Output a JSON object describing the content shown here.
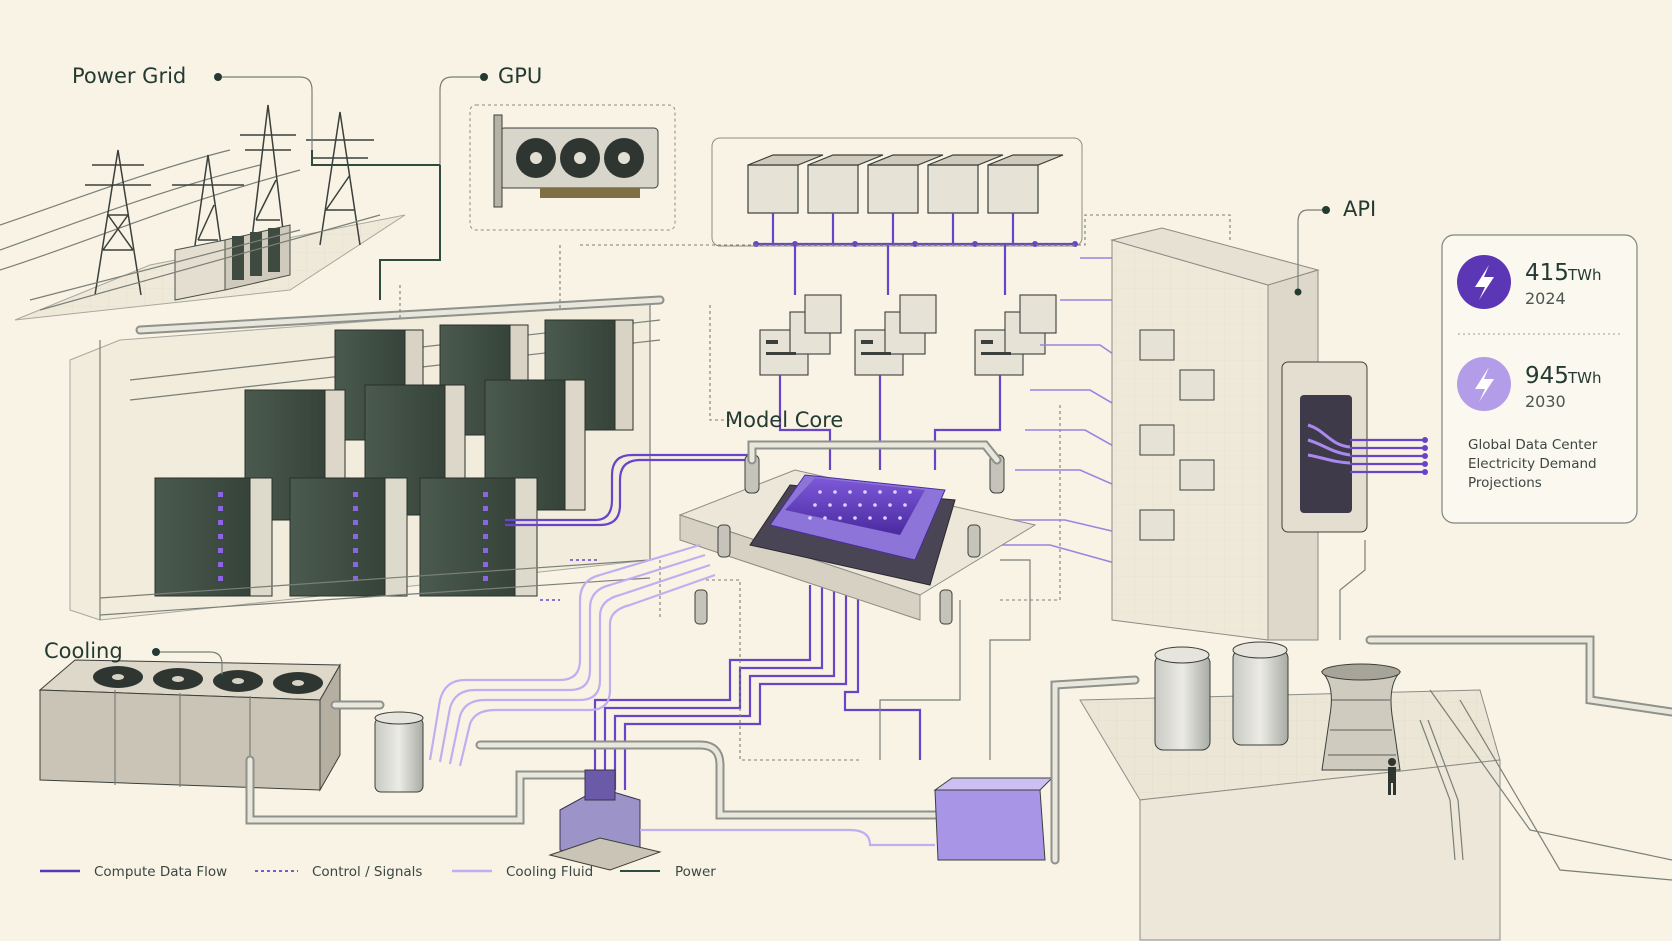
{
  "labels": {
    "power_grid": "Power Grid",
    "gpu": "GPU",
    "api": "API",
    "model_core": "Model Core",
    "cooling": "Cooling"
  },
  "stats": {
    "items": [
      {
        "value": "415",
        "unit": "TWh",
        "year": "2024",
        "icon": "lightning-bolt-icon",
        "color": "#5b37b5"
      },
      {
        "value": "945",
        "unit": "TWh",
        "year": "2030",
        "icon": "lightning-bolt-icon",
        "color": "#b39ce8"
      }
    ],
    "caption_lines": [
      "Global Data Center",
      "Electricity Demand",
      "Projections"
    ]
  },
  "legend": [
    {
      "label": "Compute Data Flow",
      "style": "solid",
      "color": "#5b37b5"
    },
    {
      "label": "Control / Signals",
      "style": "dotted",
      "color": "#6a44c8"
    },
    {
      "label": "Cooling Fluid",
      "style": "solid",
      "color": "#bfaef0"
    },
    {
      "label": "Power",
      "style": "solid",
      "color": "#2f4a3e"
    }
  ],
  "colors": {
    "background": "#f8f3e5",
    "compute": "#5b37b5",
    "cooling": "#bfaef0",
    "power": "#2f4a3e",
    "rack": "#3f4a40"
  }
}
